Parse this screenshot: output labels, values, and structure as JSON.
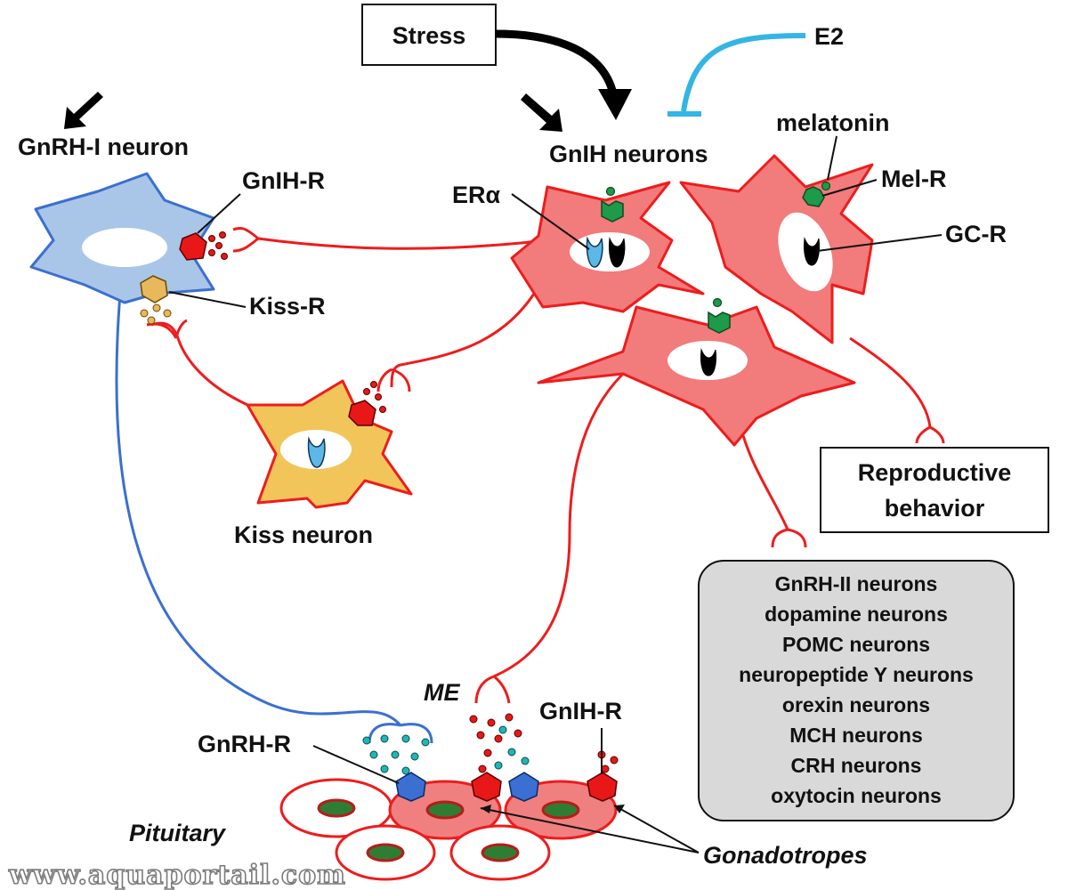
{
  "labels": {
    "stress": "Stress",
    "e2": "E2",
    "gnrh_i_neuron": "GnRH-I neuron",
    "gnih_neurons": "GnIH neurons",
    "gnih_r_top": "GnIH-R",
    "kiss_r": "Kiss-R",
    "er_alpha": "ERα",
    "melatonin": "melatonin",
    "mel_r": "Mel-R",
    "gc_r": "GC-R",
    "kiss_neuron": "Kiss neuron",
    "reproductive_behavior_line1": "Reproductive",
    "reproductive_behavior_line2": "behavior",
    "me": "ME",
    "gnrh_r": "GnRH-R",
    "gnih_r_bottom": "GnIH-R",
    "pituitary": "Pituitary",
    "gonadotropes": "Gonadotropes",
    "watermark": "www.aquaportail.com"
  },
  "target_neurons": [
    "GnRH-II neurons",
    "dopamine neurons",
    "POMC neurons",
    "neuropeptide Y neurons",
    "orexin neurons",
    "MCH neurons",
    "CRH neurons",
    "oxytocin neurons"
  ],
  "colors": {
    "gnih_neuron_fill": "#f27b7b",
    "gnih_line": "#ee1c1c",
    "gnrh_neuron_fill": "#a9c6e8",
    "gnrh_line": "#3b6fd1",
    "kiss_neuron_fill": "#f2c55a",
    "e2_line": "#33b5e5",
    "receptor_green": "#1e9a4a",
    "receptor_red": "#e81818",
    "receptor_blue": "#3b6fd1",
    "receptor_gold": "#e8b85c",
    "target_box_fill": "#d9d9d9"
  }
}
